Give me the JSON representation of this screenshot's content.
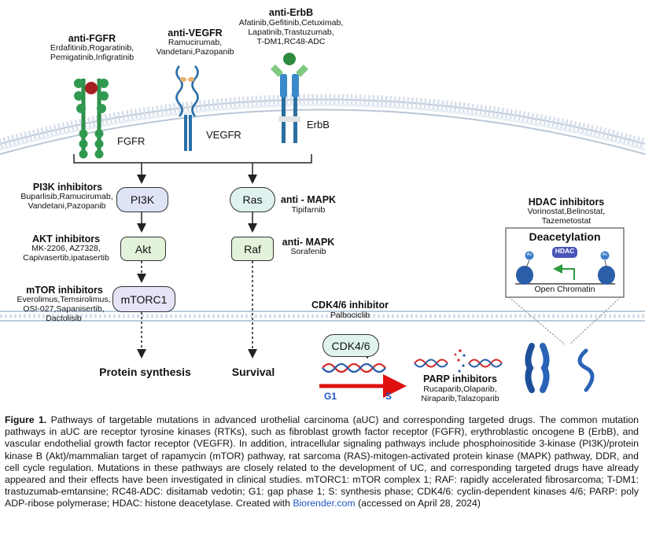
{
  "receptors": {
    "fgfr": {
      "heading": "anti-FGFR",
      "drugs": [
        "Erdafitinib,Rogaratinib,",
        "Pemigatinib,Infigratinib"
      ],
      "label": "FGFR"
    },
    "vegfr": {
      "heading": "anti-VEGFR",
      "drugs": [
        "Ramucirumab,",
        "Vandetani,Pazopanib"
      ],
      "label": "VEGFR"
    },
    "erbb": {
      "heading": "anti-ErbB",
      "drugs": [
        "Afatinib,Gefitinib,Cetuximab,",
        "Lapatinib,Trastuzumab,",
        "T-DM1,RC48-ADC"
      ],
      "label": "ErbB"
    }
  },
  "left_pathway": {
    "nodes": {
      "pi3k": "PI3K",
      "akt": "Akt",
      "mtorc1": "mTORC1"
    },
    "outcome": "Protein synthesis",
    "pi3k_inhibitors": {
      "heading": "PI3K inhibitors",
      "drugs": [
        "Buparlisib,Ramucirumab,",
        "Vandetani,Pazopanib"
      ]
    },
    "akt_inhibitors": {
      "heading": "AKT inhibitors",
      "drugs": [
        "MK-2206, AZ7328,",
        "Capivasertib,ipatasertib"
      ]
    },
    "mtor_inhibitors": {
      "heading": "mTOR inhibitors",
      "drugs": [
        "Everolimus,Temsirolimus,",
        "OSI-027,Sapanisertib,",
        "Dactolisib"
      ]
    }
  },
  "right_pathway": {
    "nodes": {
      "ras": "Ras",
      "raf": "Raf"
    },
    "outcome": "Survival",
    "ras_drugs": {
      "heading": "anti - MAPK",
      "drugs": [
        "Tipifarnib"
      ]
    },
    "raf_drugs": {
      "heading": "anti- MAPK",
      "drugs": [
        "Sorafenib"
      ]
    }
  },
  "cdk": {
    "heading": "CDK4/6 inhibitor",
    "drug": "Palbociclib",
    "node": "CDK4/6",
    "g1": "G1",
    "s": "S"
  },
  "parp": {
    "heading": "PARP inhibitors",
    "drugs": [
      "Rucaparib,Olaparib,",
      "Niraparib,Talazoparib"
    ]
  },
  "hdac": {
    "heading": "HDAC inhibitors",
    "drugs": [
      "Vorinostat,Belinostat,",
      "Tazemetostat"
    ],
    "panel_title": "Deacetylation",
    "enzyme": "HDAC",
    "mark": "Ac",
    "chromatin": "Open Chromatin"
  },
  "caption": {
    "label": "Figure 1.",
    "text": "Pathways of targetable mutations in advanced urothelial carcinoma (aUC) and corresponding targeted drugs. The common mutation pathways in aUC are receptor tyrosine kinases (RTKs), such as fibroblast growth factor receptor (FGFR), erythroblastic oncogene B (ErbB), and vascular endothelial growth factor receptor (VEGFR). In addition, intracellular signaling pathways include phosphoinositide 3-kinase (PI3K)/protein kinase B (Akt)/mammalian target of rapamycin (mTOR) pathway, rat sarcoma (RAS)-mitogen-activated protein kinase (MAPK) pathway, DDR, and cell cycle regulation. Mutations in these pathways are closely related to the development of UC, and corresponding targeted drugs have already appeared and their effects have been investigated in clinical studies. mTORC1: mTOR complex 1; RAF: rapidly accelerated fibrosarcoma; T-DM1: trastuzumab-emtansine; RC48-ADC: disitamab vedotin; G1: gap phase 1; S: synthesis phase; CDK4/6: cyclin-dependent kinases 4/6; PARP: poly ADP-ribose polymerase; HDAC: histone deacetylase. Created with",
    "link": "Biorender.com",
    "suffix": "(accessed on April 28, 2024)"
  }
}
